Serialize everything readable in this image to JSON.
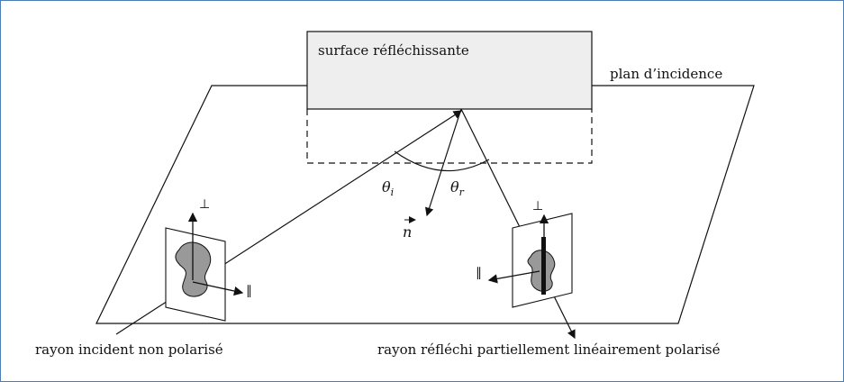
{
  "labels": {
    "surface": "surface réfléchissante",
    "plane": "plan d’incidence",
    "incident": "rayon incident non polarisé",
    "reflected": "rayon réfléchi partiellement linéairement polarisé"
  },
  "symbols": {
    "theta_i": "θ",
    "theta_i_sub": "i",
    "theta_r": "θ",
    "theta_r_sub": "r",
    "normal": "n",
    "perp_left": "⊥",
    "parallel_left": "∥",
    "perp_right": "⊥",
    "parallel_right": "∥"
  },
  "colors": {
    "frame_border": "#4a7eb5",
    "surface_fill": "#eeeeee",
    "blob_fill": "#999999"
  }
}
